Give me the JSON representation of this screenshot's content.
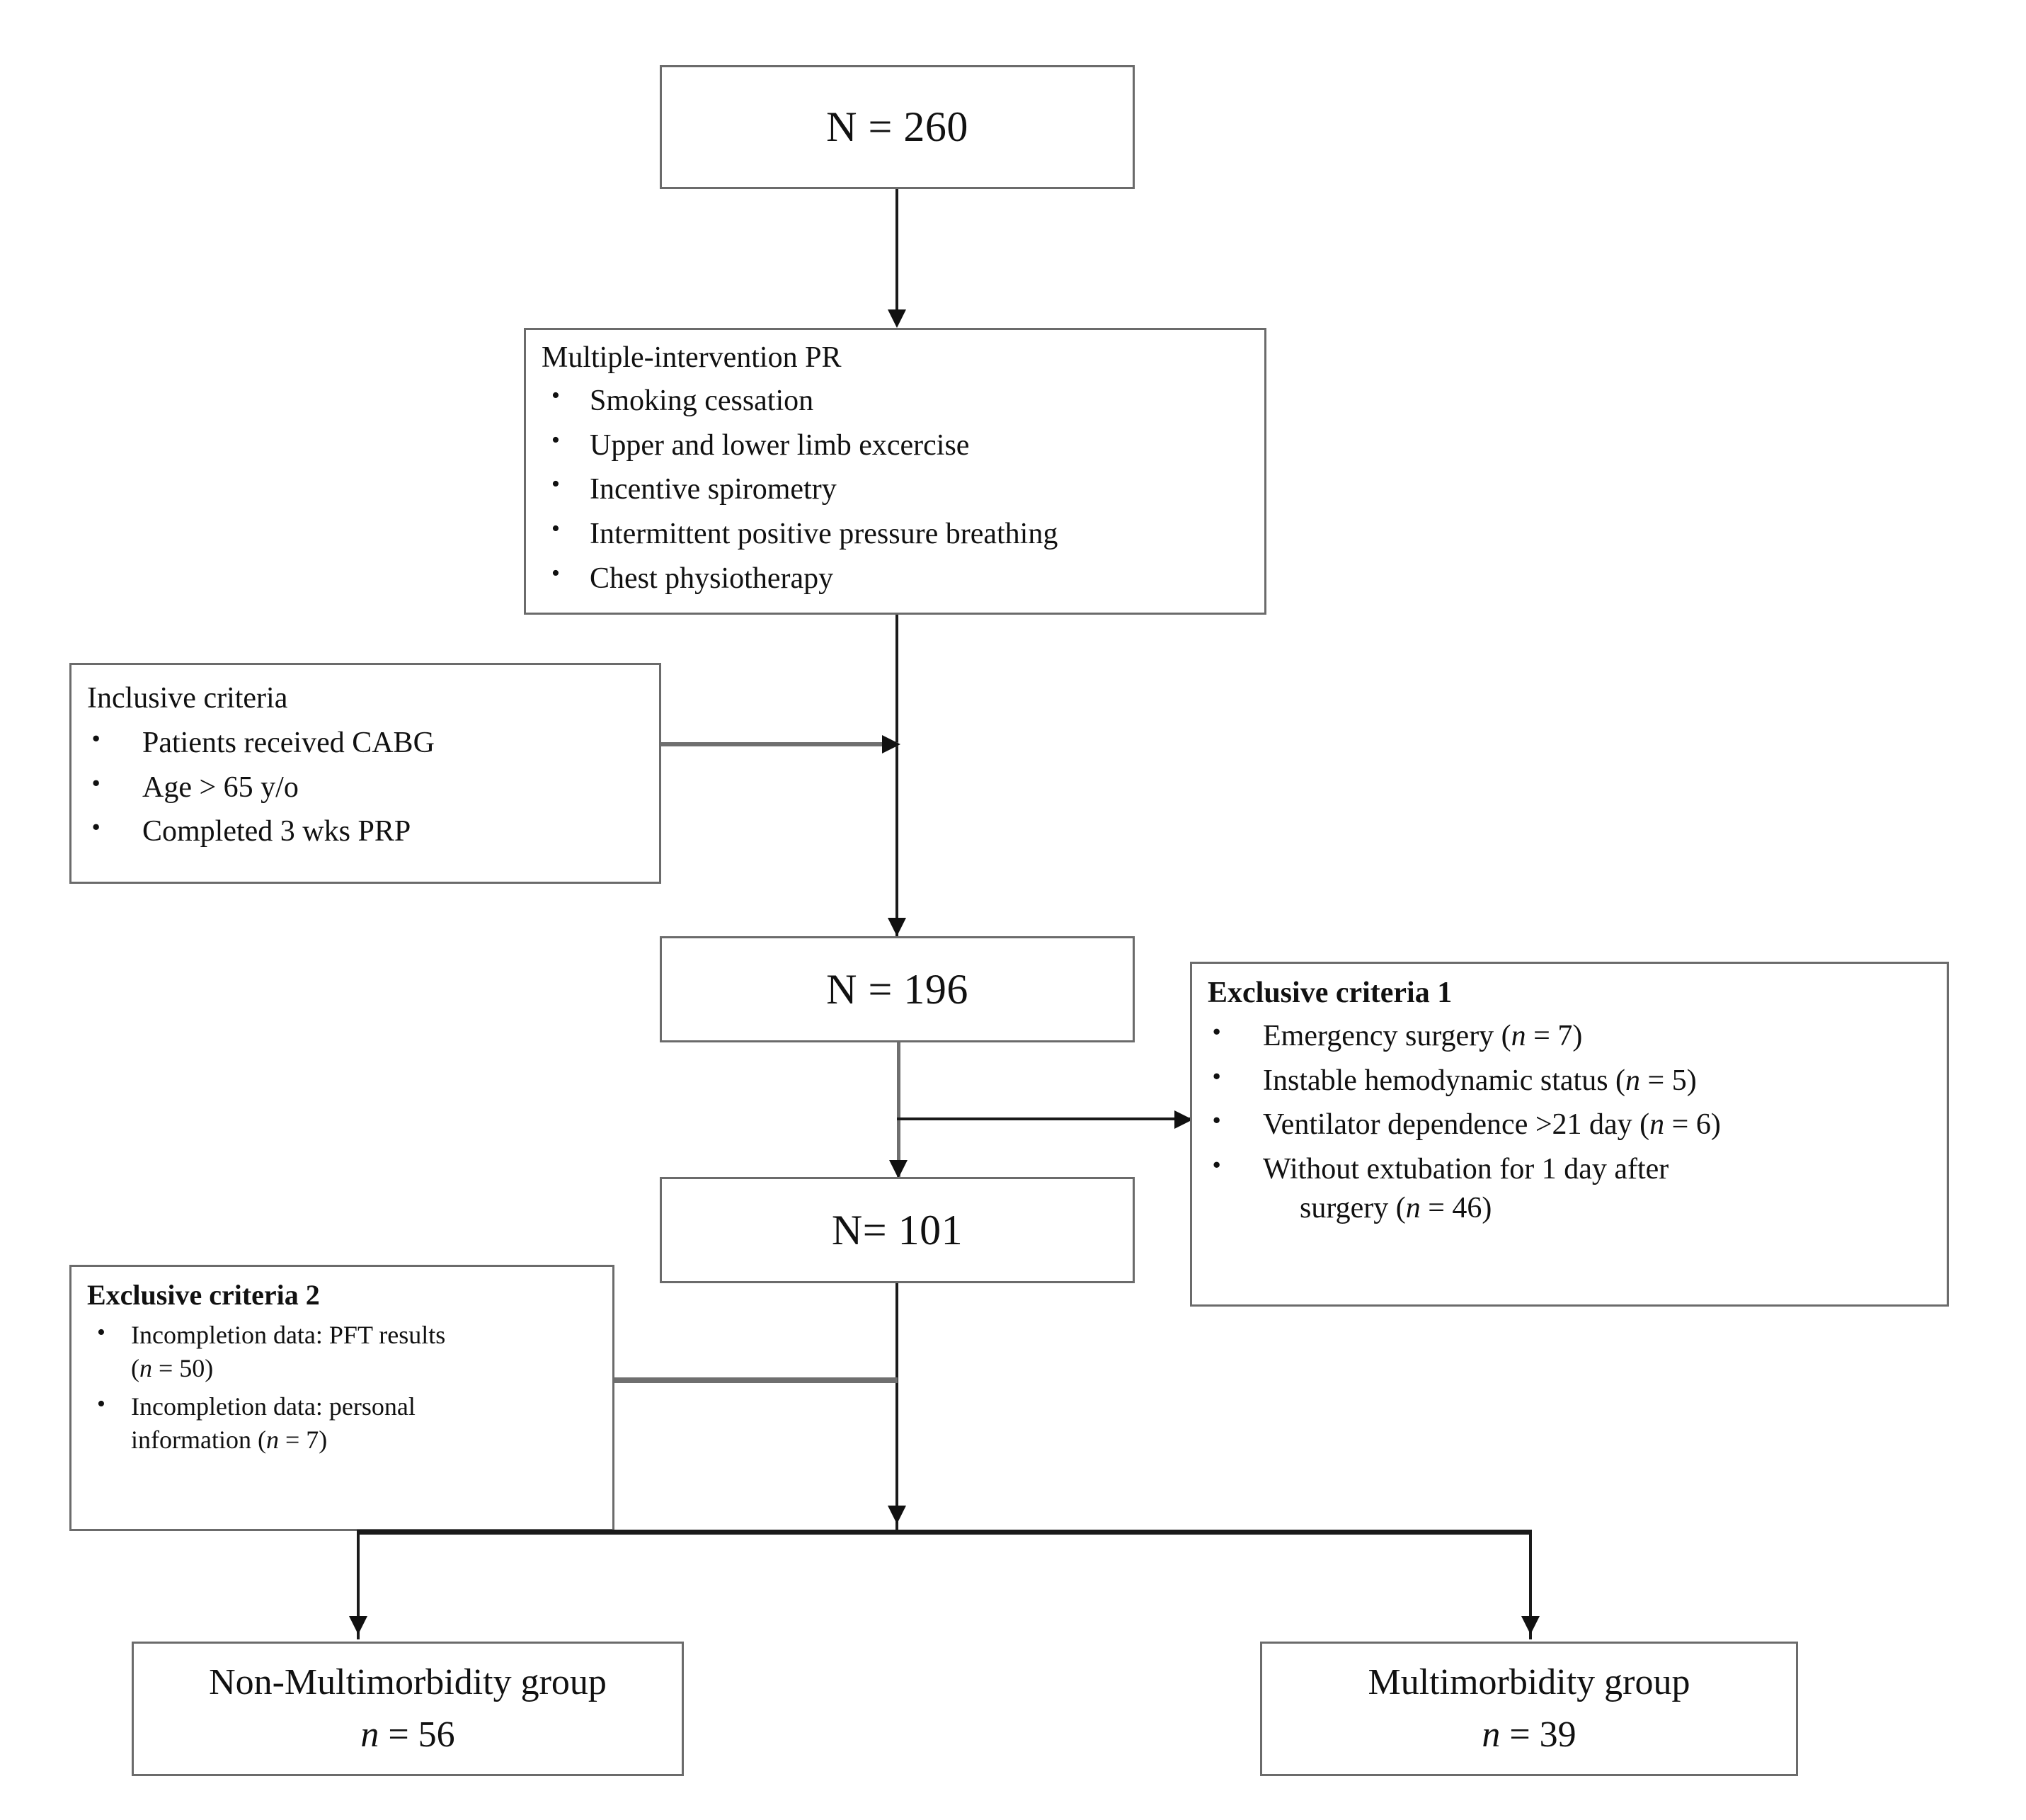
{
  "figure": {
    "type": "flowchart",
    "subject": "Patient enrolment / CONSORT-style flow diagram"
  },
  "nodes": {
    "total": {
      "label": "N = 260"
    },
    "intervention": {
      "title": "Multiple-intervention PR",
      "items": [
        "Smoking cessation",
        "Upper and lower limb excercise",
        "Incentive spirometry",
        "Intermittent positive pressure breathing",
        "Chest physiotherapy"
      ]
    },
    "inclusive": {
      "title": "Inclusive criteria",
      "items": [
        "Patients received CABG",
        "Age > 65 y/o",
        "Completed 3 wks PRP"
      ]
    },
    "after_inclusion": {
      "label": "N = 196"
    },
    "exclusive1": {
      "title": "Exclusive criteria 1",
      "items": [
        {
          "text": "Emergency surgery (",
          "n_italic": "n",
          "eq": " = 7)",
          "line2": ""
        },
        {
          "text": "Instable hemodynamic status (",
          "n_italic": "n",
          "eq": " = 5)",
          "line2": ""
        },
        {
          "text": "Ventilator dependence >21 day (",
          "n_italic": "n",
          "eq": " = 6)",
          "line2": ""
        },
        {
          "text": "Without extubation for 1 day after",
          "n_italic": "n",
          "eq": " = 46)",
          "line2": "surgery ("
        }
      ]
    },
    "after_exclusion1": {
      "label": "N= 101"
    },
    "exclusive2": {
      "title": "Exclusive criteria 2",
      "items": [
        {
          "l1": "Incompletion data: PFT results",
          "l2_pre": "(",
          "l2_it": "n",
          "l2_post": " = 50)"
        },
        {
          "l1": "Incompletion data: personal",
          "l2_pre": "information (",
          "l2_it": "n",
          "l2_post": " = 7)"
        }
      ]
    },
    "group_non_multi": {
      "title": "Non-Multimorbidity group",
      "n_italic": "n",
      "n_value": " = 56"
    },
    "group_multi": {
      "title": "Multimorbidity group",
      "n_italic": "n",
      "n_value": " = 39"
    }
  },
  "counts": {
    "screened": 260,
    "after_inclusive_criteria": 196,
    "after_exclusive_criteria_1": 101,
    "non_multimorbidity": 56,
    "multimorbidity": 39,
    "excluded_emergency_surgery": 7,
    "excluded_instable_hemodynamic": 5,
    "excluded_ventilator_dependence": 6,
    "excluded_without_extubation": 46,
    "excluded_incomplete_pft": 50,
    "excluded_incomplete_personal": 7
  },
  "colors": {
    "box_border": "#6b6b6b",
    "connector": "#1a1a1a",
    "connector_grey": "#6f6f6f",
    "text": "#111111",
    "background": "#ffffff"
  }
}
